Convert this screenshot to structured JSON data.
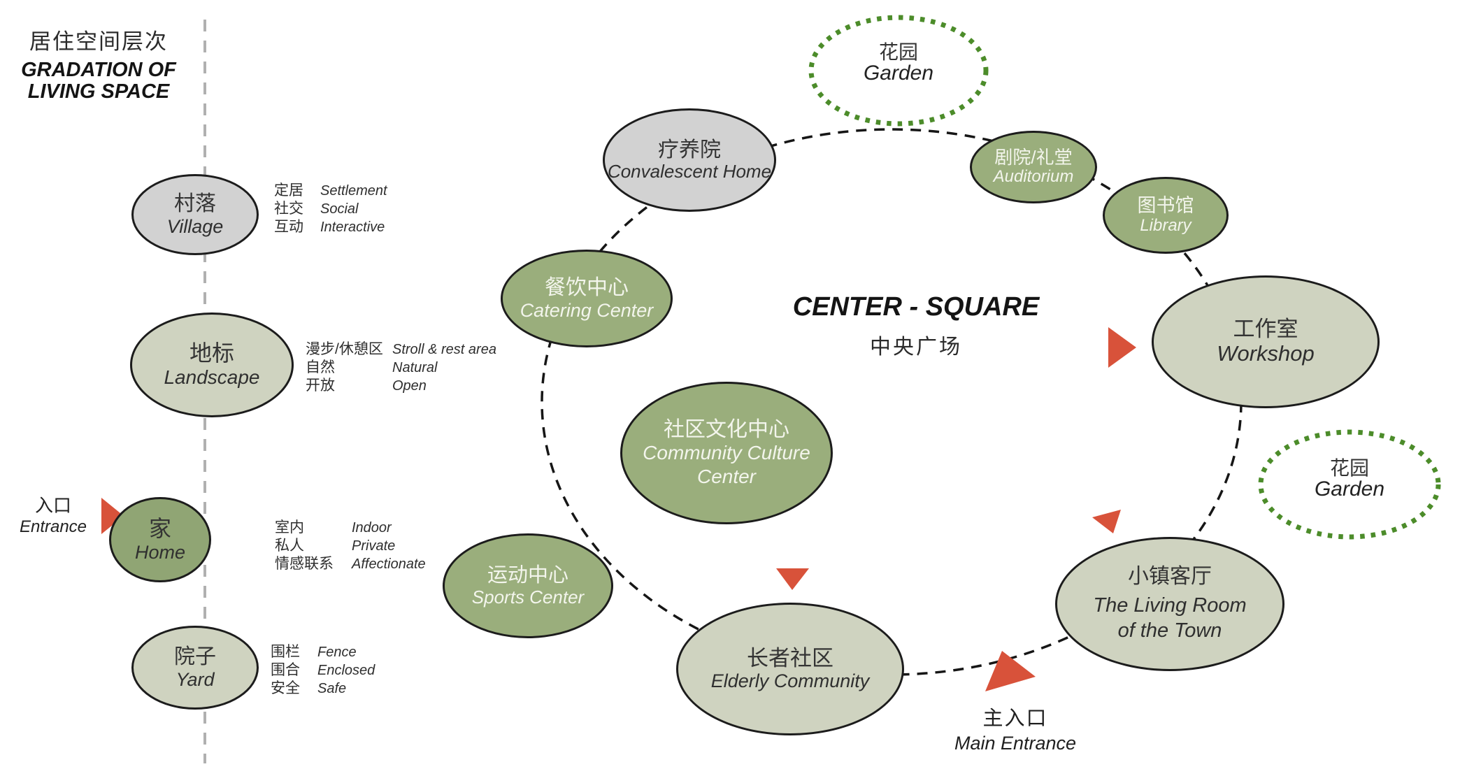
{
  "title": {
    "zh": "居住空间层次",
    "en_line1": "GRADATION OF",
    "en_line2": "LIVING SPACE"
  },
  "entrance": {
    "zh": "入口",
    "en": "Entrance"
  },
  "levels": [
    {
      "zh": "村落",
      "en": "Village",
      "traits": [
        {
          "zh": "定居",
          "en": "Settlement"
        },
        {
          "zh": "社交",
          "en": "Social"
        },
        {
          "zh": "互动",
          "en": "Interactive"
        }
      ]
    },
    {
      "zh": "地标",
      "en": "Landscape",
      "traits": [
        {
          "zh": "漫步/休憩区",
          "en": "Stroll & rest area"
        },
        {
          "zh": "自然",
          "en": "Natural"
        },
        {
          "zh": "开放",
          "en": "Open"
        }
      ]
    },
    {
      "zh": "家",
      "en": "Home",
      "traits": [
        {
          "zh": "室内",
          "en": "Indoor"
        },
        {
          "zh": "私人",
          "en": "Private"
        },
        {
          "zh": "情感联系",
          "en": "Affectionate"
        }
      ]
    },
    {
      "zh": "院子",
      "en": "Yard",
      "traits": [
        {
          "zh": "围栏",
          "en": "Fence"
        },
        {
          "zh": "围合",
          "en": "Enclosed"
        },
        {
          "zh": "安全",
          "en": "Safe"
        }
      ]
    }
  ],
  "center_square": {
    "en": "CENTER - SQUARE",
    "zh": "中央广场"
  },
  "facilities": [
    {
      "id": "convalescent-home",
      "zh": "疗养院",
      "en": "Convalescent Home"
    },
    {
      "id": "auditorium",
      "zh": "剧院/礼堂",
      "en": "Auditorium"
    },
    {
      "id": "library",
      "zh": "图书馆",
      "en": "Library"
    },
    {
      "id": "workshop",
      "zh": "工作室",
      "en": "Workshop"
    },
    {
      "id": "catering-center",
      "zh": "餐饮中心",
      "en": "Catering Center"
    },
    {
      "id": "community-culture-center",
      "zh": "社区文化中心",
      "en_line1": "Community Culture",
      "en_line2": "Center"
    },
    {
      "id": "sports-center",
      "zh": "运动中心",
      "en": "Sports Center"
    },
    {
      "id": "elderly-community",
      "zh": "长者社区",
      "en": "Elderly Community"
    },
    {
      "id": "living-room-of-the-town",
      "zh": "小镇客厅",
      "en_line1": "The Living Room",
      "en_line2": "of the Town"
    }
  ],
  "gardens": [
    {
      "zh": "花园",
      "en": "Garden"
    },
    {
      "zh": "花园",
      "en": "Garden"
    }
  ],
  "main_entrance": {
    "zh": "主入口",
    "en": "Main Entrance"
  },
  "colors": {
    "node_green": "#9aae7c",
    "node_sage": "#cfd3c0",
    "node_gray": "#d2d2d2",
    "home_green": "#90a574",
    "garden_dot_green": "#4c8c2a",
    "arrow_red": "#d8523a",
    "dashed_circle_black": "#161616",
    "gradation_line_gray": "#b0b0b0"
  }
}
